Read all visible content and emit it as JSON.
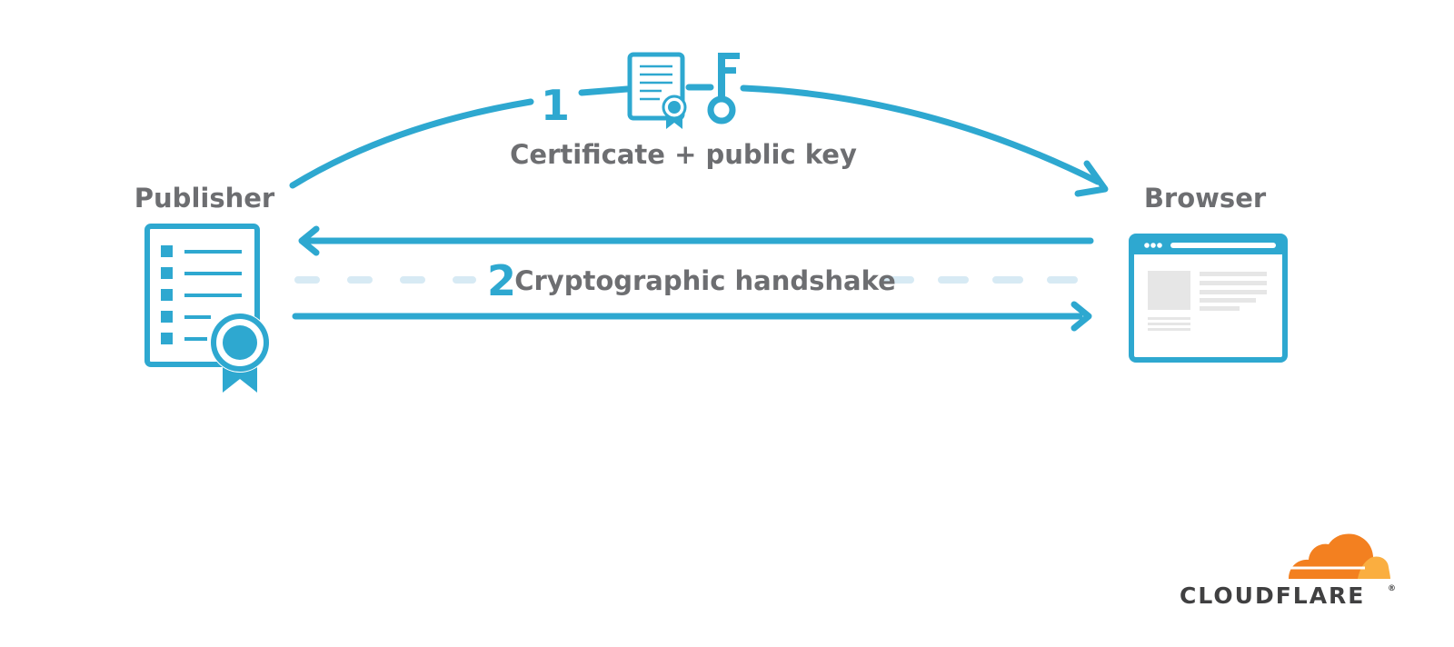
{
  "colors": {
    "primary": "#2ea8d0",
    "dash": "#d7eaf4",
    "text": "#6d6e71",
    "logo_orange": "#f38020",
    "logo_light_orange": "#faae40",
    "logo_text": "#404041",
    "placeholder_gray": "#e6e6e6"
  },
  "nodes": {
    "publisher": {
      "label": "Publisher",
      "icon": "certificate-document-icon"
    },
    "browser": {
      "label": "Browser",
      "icon": "browser-window-icon"
    }
  },
  "steps": [
    {
      "number": "1",
      "label": "Certificate + public key",
      "icons": [
        "certificate-icon",
        "key-icon"
      ]
    },
    {
      "number": "2",
      "label": "Cryptographic handshake"
    }
  ],
  "brand": {
    "name": "CLOUDFLARE",
    "mark": "®"
  }
}
